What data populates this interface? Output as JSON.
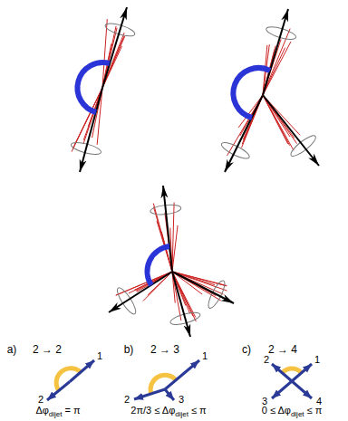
{
  "diagram": {
    "labels": [
      "a)",
      "2 → 2",
      "1",
      "2",
      "Δφ",
      "dijet",
      "= π",
      "b)",
      "2 → 3",
      "1",
      "2",
      "3",
      "2π/3 ≤ Δφ",
      "dijet",
      "≤ π",
      "c)",
      "2 → 4",
      "2",
      "1",
      "3",
      "4",
      "0 ≤ Δφ",
      "dijet",
      "≤ π"
    ]
  }
}
